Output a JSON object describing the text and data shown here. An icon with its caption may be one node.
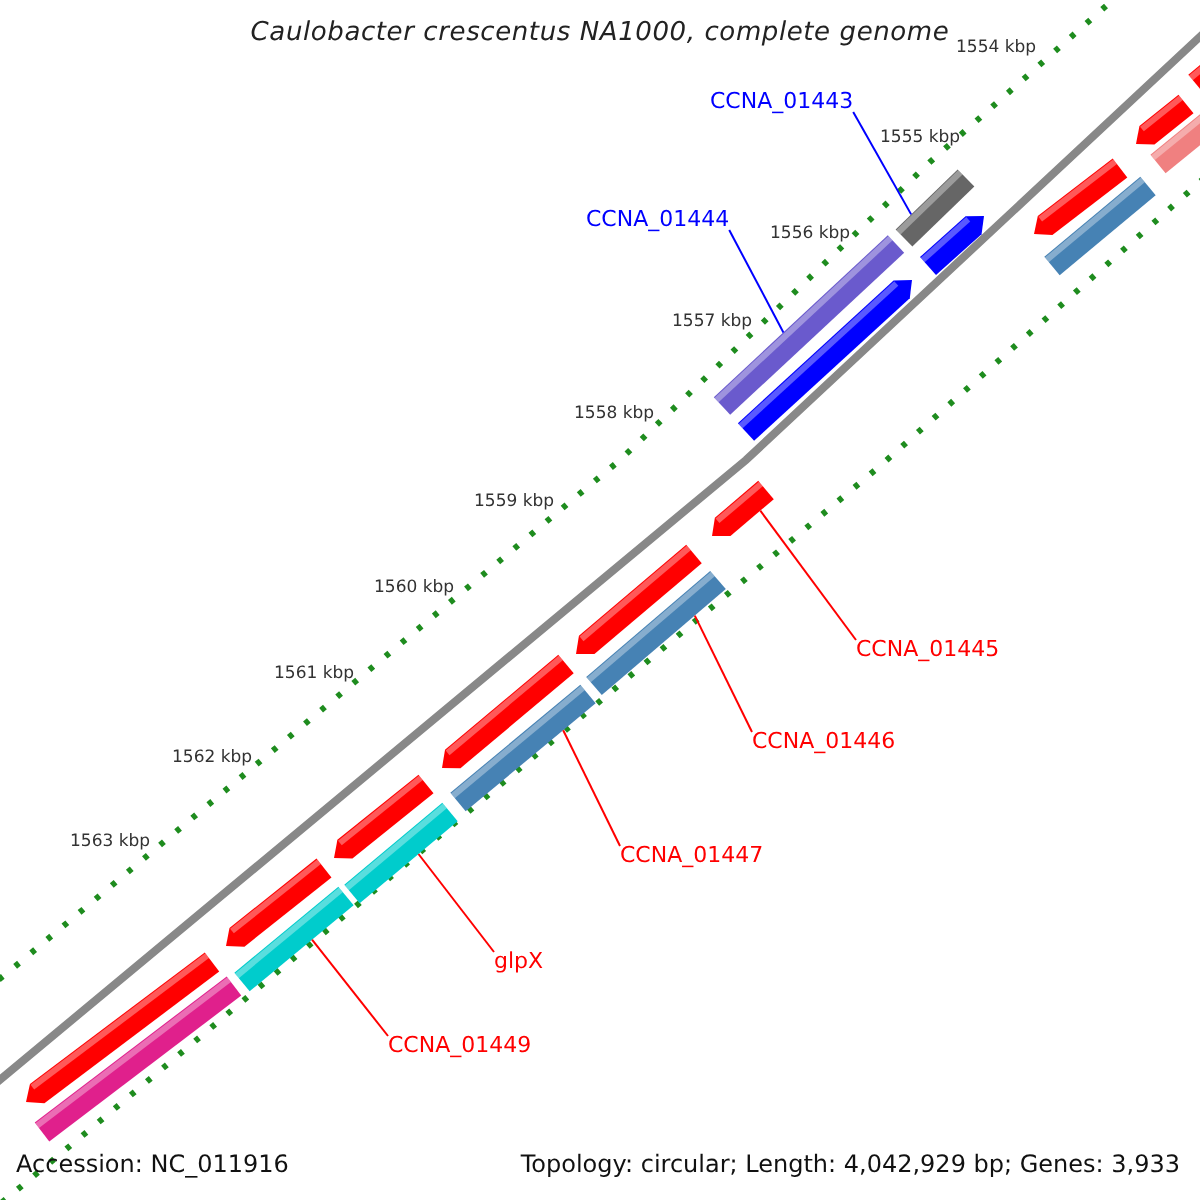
{
  "diagram": {
    "title": "Caulobacter crescentus NA1000, complete genome",
    "nodes": [
      {
        "text": [
          "CCNA_01443"
        ]
      },
      {
        "text": [
          "CCNA_01444"
        ]
      },
      {
        "text": [
          "CCNA_01445"
        ]
      },
      {
        "text": [
          "CCNA_01446"
        ]
      },
      {
        "text": [
          "CCNA_01447"
        ]
      },
      {
        "text": [
          "glpX"
        ]
      },
      {
        "text": [
          "CCNA_01449"
        ]
      },
      {
        "text": [],
        "shape": "bar"
      },
      {
        "text": [],
        "shape": "bar"
      },
      {
        "text": [],
        "shape": "arrow"
      },
      {
        "text": [],
        "shape": "bar"
      },
      {
        "text": [],
        "shape": "bar"
      },
      {
        "text": [],
        "shape": "bar"
      },
      {
        "text": [],
        "shape": "bar"
      },
      {
        "text": [],
        "shape": "arrow"
      },
      {
        "text": [],
        "shape": "arrow"
      },
      {
        "text": [],
        "shape": "arrow"
      },
      {
        "text": [],
        "shape": "arrow"
      },
      {
        "text": [],
        "shape": "arrow"
      },
      {
        "text": [],
        "shape": "arrow"
      },
      {
        "text": [],
        "shape": "arrow"
      },
      {
        "text": [],
        "shape": "bar"
      },
      {
        "text": [],
        "shape": "arrow"
      },
      {
        "text": [],
        "shape": "arrow"
      },
      {
        "text": [],
        "shape": "bar"
      },
      {
        "text": [],
        "shape": "bar"
      },
      {
        "text": [],
        "shape": "bar"
      }
    ],
    "edges": [
      {
        "from": 0,
        "to": 7,
        "arrow": "none",
        "color": "#0000ff"
      },
      {
        "from": 1,
        "to": 8,
        "arrow": "none",
        "color": "#0000ff"
      },
      {
        "from": 2,
        "to": 9,
        "arrow": "none"
      },
      {
        "from": 3,
        "to": 10,
        "arrow": "none"
      },
      {
        "from": 4,
        "to": 11,
        "arrow": "none"
      },
      {
        "from": 5,
        "to": 12,
        "arrow": "none"
      },
      {
        "from": 6,
        "to": 13,
        "arrow": "none"
      }
    ],
    "labels": [
      "1554 kbp",
      "1555 kbp",
      "1556 kbp",
      "1557 kbp",
      "1558 kbp",
      "1559 kbp",
      "1560 kbp",
      "1561 kbp",
      "1562 kbp",
      "1563 kbp",
      "Accession: NC_011916",
      "Topology: circular; Length: 4,042,929 bp; Genes: 3,933"
    ]
  }
}
